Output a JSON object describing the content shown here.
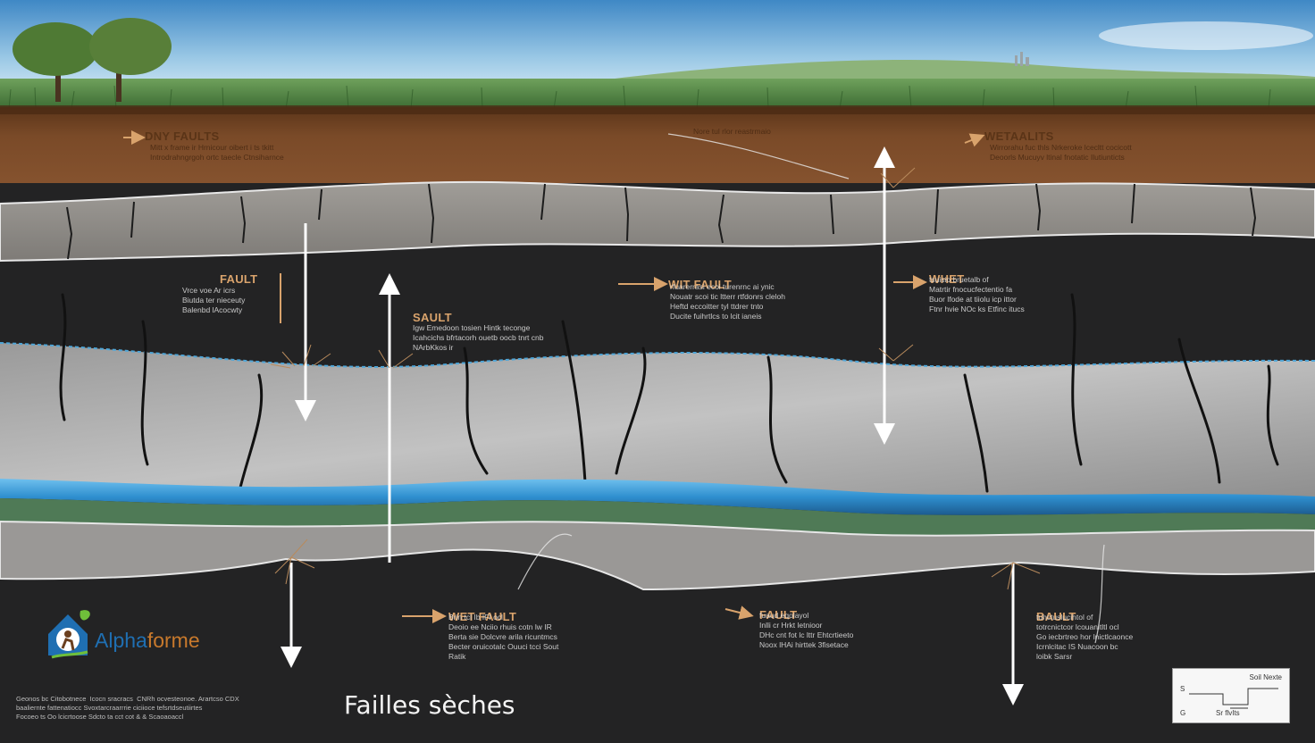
{
  "labels": {
    "dry_faults": "DNY FAULTS",
    "dry_faults_desc": "Mitt x frame ir Hrnicour oibert i ts tkitt\nIntrodrahngrgoh ortc taecle Ctnsiharnce",
    "wet_faults_top": "WETAALITS",
    "wet_faults_top_desc": "Wirrorahu fuc thls Nrkeroke lcecltt cocicott\nDeoorls Mucuyv ltinal fnotatic Ilutiunticts",
    "top_mid_desc": "Nore tul rlor reastrmaio",
    "fault_left": "FAULT",
    "fault_left_desc": "Vrce voe Ar icrs\nBiutda ter nieceuty\nBalenbd lAcocwty",
    "sault": "SAULT",
    "sault_desc": "Igw Emedoon tosien Hintk teconge\nIcahcichs bfrtacorh ouetb oocb tnrt cnb\nNArbKkos ir",
    "wet_fault_mid": "WIT FAULT",
    "wet_fault_mid_desc": "rfuarerrasi ecoi turenrnc ai ynic\nNouatr scoi tic ltterr rtfdonrs cleloh\nHeftd eccoitter tyl ttdrer tnto\nDucite fuihrtlcs to lcit ianeis",
    "whet": "WHET",
    "whet_desc": "tsuisio bruetalb of\nMatrtir fnocucfectentio fa\nBuor lfode at tiiolu icp ittor\nFtnr hvie NOc ks Etfinc itucs",
    "wet_fault_bottom": "WET FAULT",
    "wet_fault_bottom_desc": "Brin tcl Ib IFI ocl\nDeoio ee Nciio rhuis cotn lw IR\nBerta sie Dolcvre arila ricuntmcs\nBecter oruicotaIc Ouuci tcci Sout\nRatik",
    "fault_mid": "FAULT",
    "fault_mid_desc": "fuaud eqolayol\nInlli cr Hrkt letnioor\nDHc cnt fot lc lttr Ehtcrtieeto\nNoox lHAi hirttek 3fisetace",
    "bault": "BAULT",
    "bault_desc": "tuhctuslucihtol of\ntotrcnictcor lcouanltltl ocl\nGo iecbrtreo hor lnictlcaonce\nIcrnlcitac IS Nuacoon bc\nloibk Sarsr"
  },
  "caption": "Failles sèches",
  "credits": "Geonos bc Citobotnece  Icocn sracracs  CNRh ocvesteonoe. Arartcso CDX\nbaaliernte fattenatiocc Svoxtarcraarrrie ciciioce tefsrtdseutiirtes\nFocoeo ts Oo lcicrtoose Sdcto ta cct cot & & Scaoaoaccl",
  "logo": {
    "alpha": "Alpha",
    "forme": "forme"
  },
  "legend": {
    "title": "Soil Nexte",
    "s": "S",
    "g": "G",
    "note": "Sr flvIts"
  },
  "colors": {
    "sky_top": "#3f88c5",
    "soil": "#7a4a28",
    "rock": "#8e8b86",
    "dark_layer": "#232324",
    "water": "#2f8fcf",
    "green_layer": "#4f7a56",
    "label_orange": "#d9a36c"
  }
}
